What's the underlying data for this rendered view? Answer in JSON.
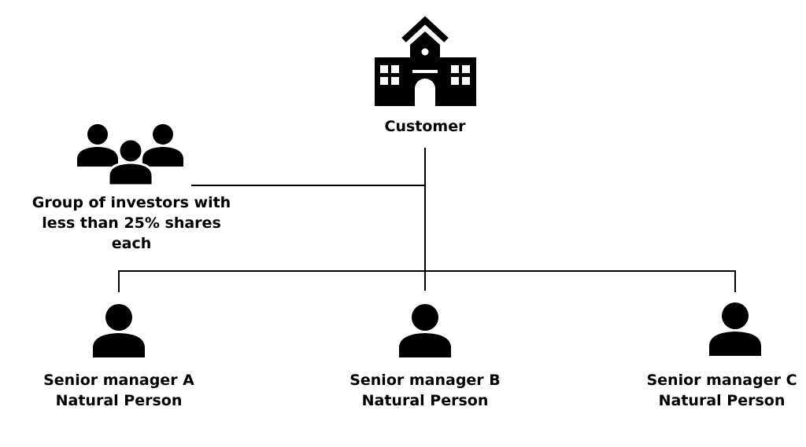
{
  "colors": {
    "ink": "#000000",
    "background": "#ffffff"
  },
  "nodes": {
    "customer": {
      "icon": "building-icon",
      "label": "Customer"
    },
    "investors": {
      "icon": "group-of-people-icon",
      "label_lines": [
        "Group of investors with",
        "less than 25% shares",
        "each"
      ]
    },
    "manager_a": {
      "icon": "person-icon",
      "label_lines": [
        "Senior manager A",
        "Natural Person"
      ]
    },
    "manager_b": {
      "icon": "person-icon",
      "label_lines": [
        "Senior manager B",
        "Natural Person"
      ]
    },
    "manager_c": {
      "icon": "person-icon",
      "label_lines": [
        "Senior manager C",
        "Natural Person"
      ]
    }
  }
}
